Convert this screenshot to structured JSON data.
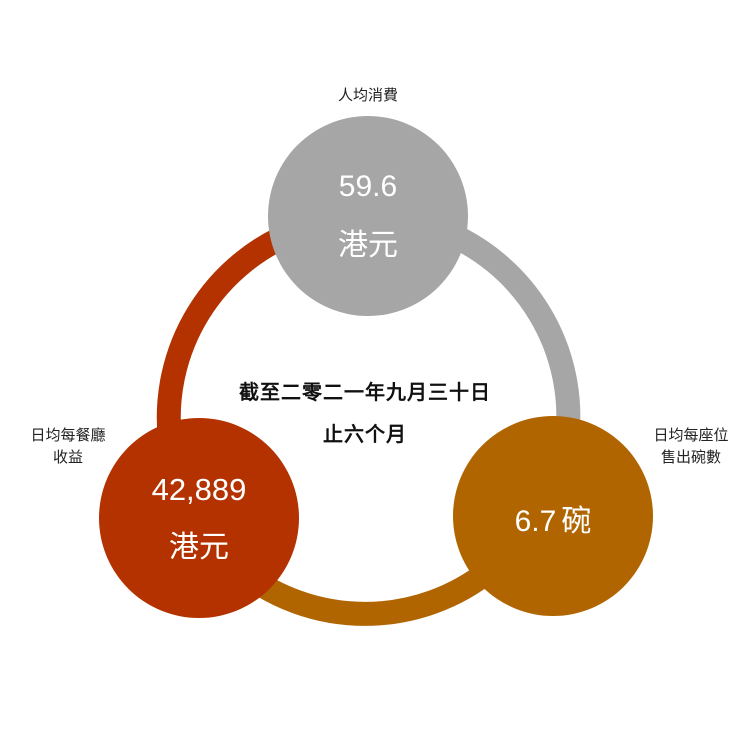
{
  "center": {
    "line1": "截至二零二一年九月三十日",
    "line2": "止六个月"
  },
  "metrics": {
    "spend": {
      "label": "人均消費",
      "value": "59.6",
      "unit": "港元",
      "color": "#a6a6a6"
    },
    "revenue": {
      "label_line1": "日均每餐廳",
      "label_line2": "收益",
      "value": "42,889",
      "unit": "港元",
      "color": "#b33200"
    },
    "bowls": {
      "label_line1": "日均每座位",
      "label_line2": "售出碗數",
      "value": "6.7",
      "unit": "碗",
      "color": "#b06500"
    }
  },
  "ring_colors": {
    "left_arc": "#b33200",
    "right_arc": "#a6a6a6",
    "bottom_arc": "#b06500"
  }
}
